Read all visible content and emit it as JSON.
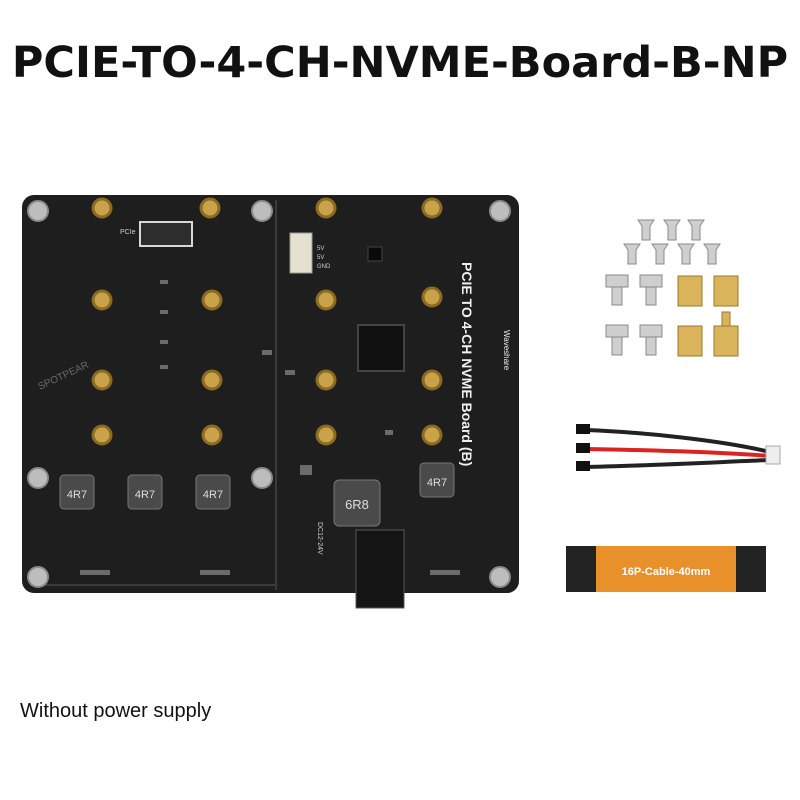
{
  "title": "PCIE-TO-4-CH-NVME-Board-B-NP",
  "caption": "Without power supply",
  "board": {
    "label": "PCIE TO 4-CH NVME Board (B)",
    "brand": "Waveshare",
    "watermark": "SPOTPEAR",
    "inductor_small": "4R7",
    "inductor_large": "6R8",
    "header_label": "PCIe",
    "fan_labels": [
      "5V",
      "5V",
      "GND"
    ],
    "dc_label": "DC12-24V"
  },
  "cable": {
    "label": "16P-Cable-40mm"
  },
  "colors": {
    "pcb": "#1e1e1e",
    "gold": "#c9a24a",
    "ribbon": "#e8902a"
  }
}
